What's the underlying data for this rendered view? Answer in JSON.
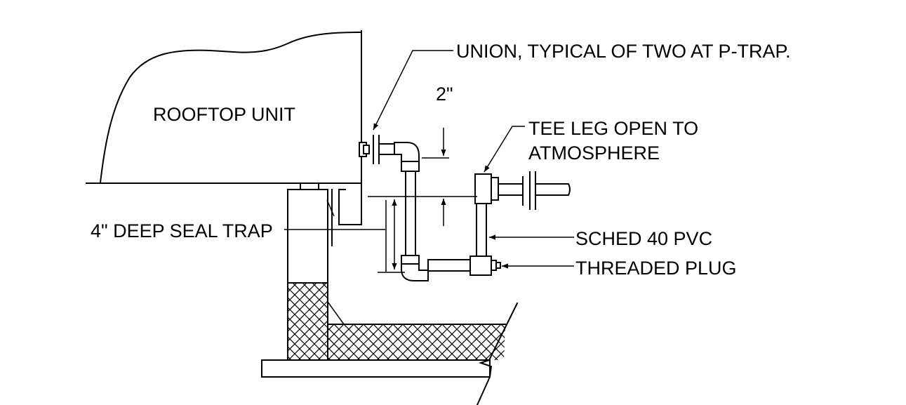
{
  "labels": {
    "union": "UNION, TYPICAL OF TWO AT P-TRAP.",
    "rooftop_unit": "ROOFTOP UNIT",
    "dimension_2in": "2\"",
    "tee_leg_line1": "TEE LEG OPEN TO",
    "tee_leg_line2": "ATMOSPHERE",
    "deep_seal_trap": "4\" DEEP SEAL TRAP",
    "sched_40_pvc": "SCHED 40 PVC",
    "threaded_plug": "THREADED PLUG"
  },
  "colors": {
    "line": "#000000",
    "background": "#ffffff"
  }
}
